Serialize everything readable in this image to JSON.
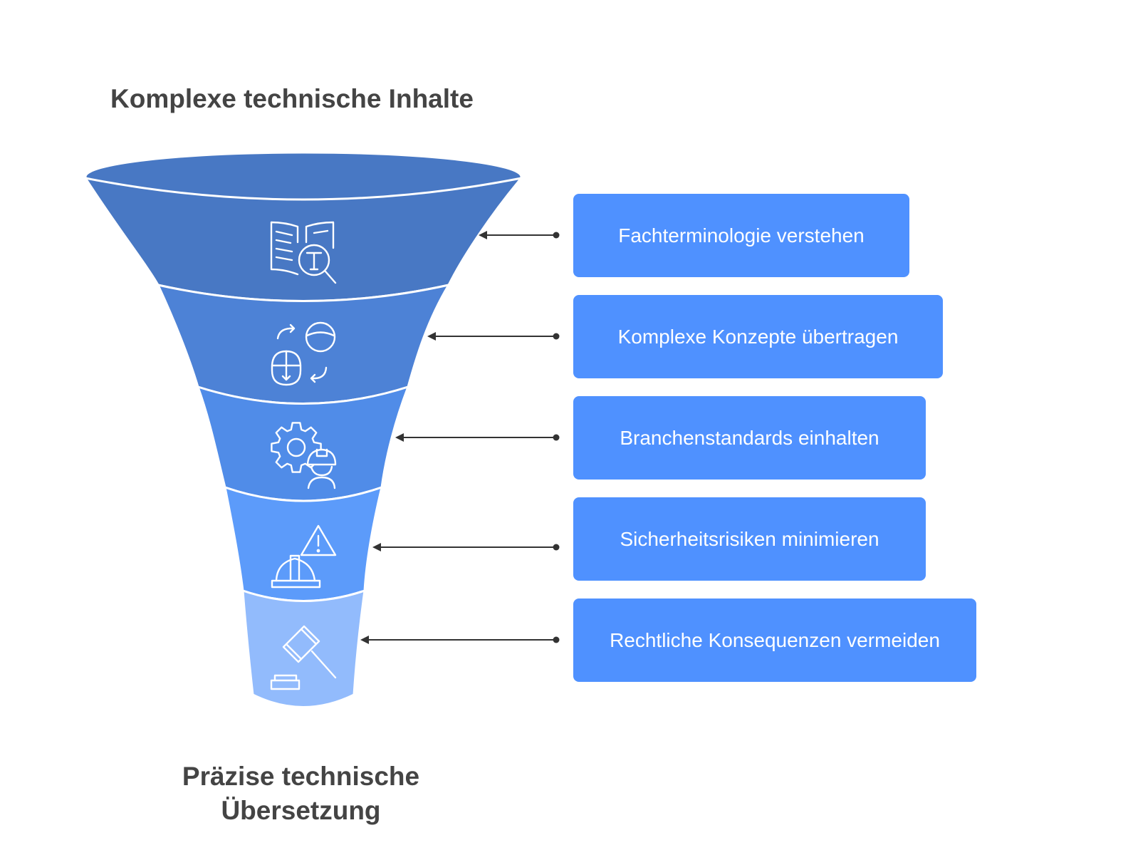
{
  "diagram": {
    "type": "funnel",
    "title_top": "Komplexe technische Inhalte",
    "title_bottom": "Präzise technische Übersetzung",
    "stages": [
      {
        "label": "Fachterminologie verstehen",
        "icon": "book-search-icon",
        "fill": "#4878C4"
      },
      {
        "label": "Komplexe Konzepte übertragen",
        "icon": "shapes-transform-icon",
        "fill": "#4D82D6"
      },
      {
        "label": "Branchenstandards einhalten",
        "icon": "gear-worker-icon",
        "fill": "#508CE8"
      },
      {
        "label": "Sicherheitsrisiken minimieren",
        "icon": "warning-helmet-icon",
        "fill": "#5C9BFA"
      },
      {
        "label": "Rechtliche Konsequenzen vermeiden",
        "icon": "gavel-icon",
        "fill": "#92BBFC"
      }
    ],
    "colors": {
      "box": "#4F91FF",
      "text": "#444444",
      "arrow": "#333333",
      "icon_stroke": "#FFFFFF"
    }
  }
}
